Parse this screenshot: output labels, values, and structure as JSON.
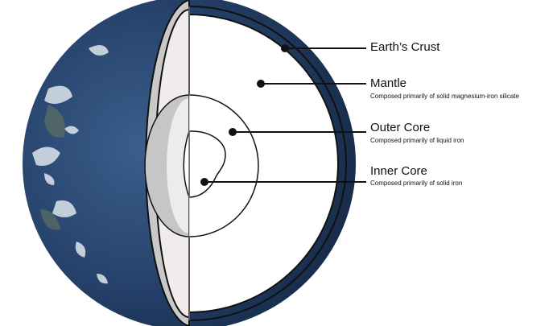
{
  "layers": [
    {
      "name": "Earth’s Crust",
      "description": ""
    },
    {
      "name": "Mantle",
      "description": "Composed primarily of solid magnesium-iron silicate"
    },
    {
      "name": "Outer Core",
      "description": "Composed primarily of liquid iron"
    },
    {
      "name": "Inner Core",
      "description": "Composed primarily of solid iron"
    }
  ],
  "colors": {
    "ocean": "#26426b",
    "ocean_dark": "#142844",
    "cloud": "#dfe6ee",
    "crust_cut": "#c9c9c9",
    "mantle_cut": "#f1ebeb",
    "outer_cut": "#c6c6c6",
    "inner_cut": "#ececec",
    "line": "#111111"
  },
  "icons": [
    "earth-globe-icon"
  ]
}
